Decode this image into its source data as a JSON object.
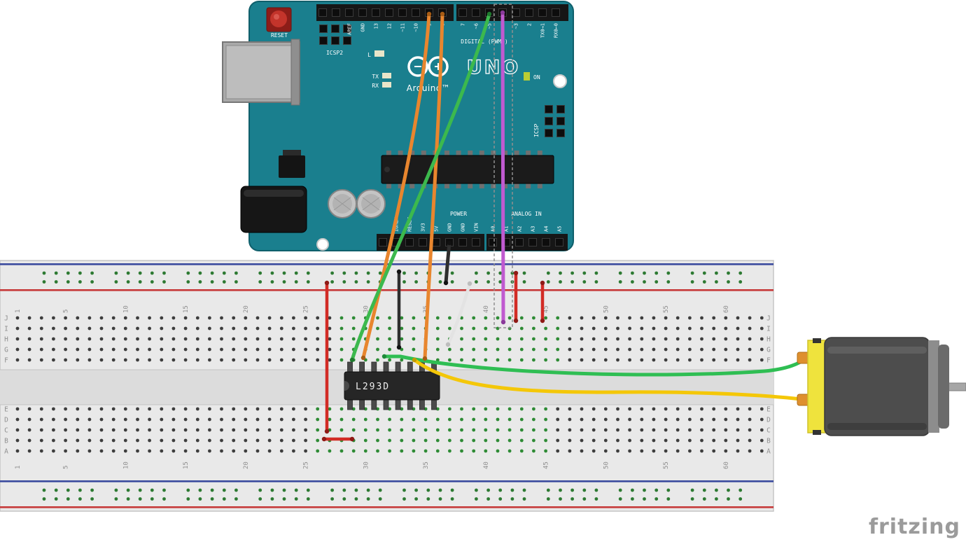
{
  "diagram": {
    "watermark": "fritzing"
  },
  "arduino": {
    "labels": {
      "reset_button": "RESET",
      "icsp2": "ICSP2",
      "icsp": "ICSP",
      "led_l": "L",
      "led_tx": "TX",
      "led_rx": "RX",
      "led_on": "ON",
      "brand": "Arduino™",
      "model": "UNO",
      "digital_header": "DIGITAL (PWM~)",
      "analog_header": "ANALOG IN",
      "power_header": "POWER"
    },
    "digital_pins_left": [
      "AREF",
      "GND",
      "13",
      "12",
      "~11",
      "~10",
      "~9",
      "8"
    ],
    "digital_pins_right": [
      "7",
      "~6",
      "~5",
      "4",
      "~3",
      "2",
      "TX0→1",
      "RX0←0"
    ],
    "power_pins": [
      "IOREF",
      "RESET",
      "3V3",
      "5V",
      "GND",
      "GND",
      "VIN"
    ],
    "analog_pins": [
      "A0",
      "A1",
      "A2",
      "A3",
      "A4",
      "A5"
    ]
  },
  "breadboard": {
    "column_labels": [
      "1",
      "5",
      "10",
      "15",
      "20",
      "25",
      "30",
      "35",
      "40",
      "45",
      "50",
      "55",
      "60"
    ],
    "row_labels_top": [
      "J",
      "I",
      "H",
      "G",
      "F"
    ],
    "row_labels_bottom": [
      "E",
      "D",
      "C",
      "B",
      "A"
    ]
  },
  "chip": {
    "label": "L293D"
  },
  "wires": [
    {
      "id": "orange-jumper-1",
      "color": "#e8862e",
      "tip": "#a85c14"
    },
    {
      "id": "orange-jumper-2",
      "color": "#e8862e",
      "tip": "#a85c14"
    },
    {
      "id": "green-jumper",
      "color": "#3cb94d",
      "tip": "#1f7a2e"
    },
    {
      "id": "purple-jumper",
      "color": "#c05ad0",
      "tip": "#8a3a9a"
    },
    {
      "id": "black-gnd-jumper",
      "color": "#2e2e2e",
      "tip": "#111111"
    },
    {
      "id": "black-rail-jumper",
      "color": "#2e2e2e",
      "tip": "#111111"
    },
    {
      "id": "white-jumper",
      "color": "#e3e3e3",
      "tip": "#bdbdbd"
    },
    {
      "id": "red-rail-jumper-long",
      "color": "#d22c26",
      "tip": "#8f1a16"
    },
    {
      "id": "red-rail-jumper-a",
      "color": "#d22c26",
      "tip": "#8f1a16"
    },
    {
      "id": "red-rail-jumper-b",
      "color": "#d22c26",
      "tip": "#8f1a16"
    },
    {
      "id": "red-bottom-jumper",
      "color": "#d22c26",
      "tip": "#8f1a16"
    },
    {
      "id": "motor-wire-green",
      "color": "#2fbe53",
      "tip": "#1f8a3a"
    },
    {
      "id": "motor-wire-yellow",
      "color": "#f4c708",
      "tip": "#c29b00"
    }
  ],
  "colors": {
    "arduino_board": "#1a7f8e",
    "breadboard_body": "#e9e9e9",
    "rail_line_blue": "#3a4a9e",
    "rail_line_red": "#c63939",
    "hole_dark": "#3d3d3d",
    "hole_connected_green": "#2e8b35",
    "rail_hole_green": "#2d7a32",
    "chip_body": "#262626",
    "motor_body": "#4d4d4d",
    "motor_bracket": "#efe33d",
    "motor_terminal": "#de8f2e",
    "watermark_gray": "#9b9b9b"
  }
}
